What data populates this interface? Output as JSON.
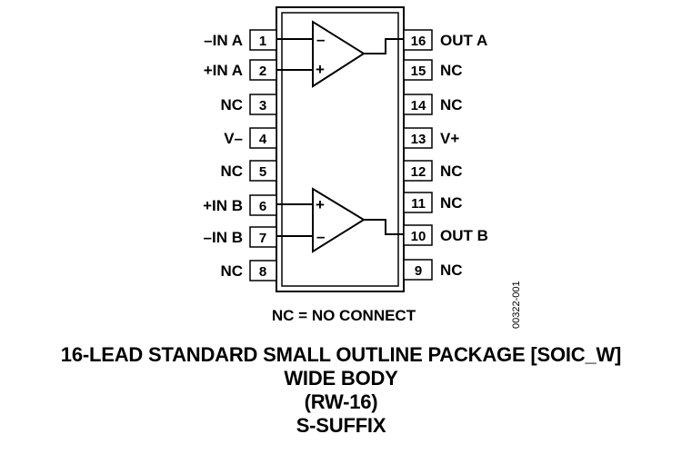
{
  "pins": [
    {
      "num": "1",
      "label": "–IN A"
    },
    {
      "num": "2",
      "label": "+IN A"
    },
    {
      "num": "3",
      "label": "NC"
    },
    {
      "num": "4",
      "label": "V–"
    },
    {
      "num": "5",
      "label": "NC"
    },
    {
      "num": "6",
      "label": "+IN B"
    },
    {
      "num": "7",
      "label": "–IN B"
    },
    {
      "num": "8",
      "label": "NC"
    },
    {
      "num": "9",
      "label": "NC"
    },
    {
      "num": "10",
      "label": "OUT B"
    },
    {
      "num": "11",
      "label": "NC"
    },
    {
      "num": "12",
      "label": "NC"
    },
    {
      "num": "13",
      "label": "V+"
    },
    {
      "num": "14",
      "label": "NC"
    },
    {
      "num": "15",
      "label": "NC"
    },
    {
      "num": "16",
      "label": "OUT A"
    }
  ],
  "amp_a": {
    "minus": "–",
    "plus": "+"
  },
  "amp_b": {
    "plus": "+",
    "minus": "–"
  },
  "note": "NC = NO CONNECT",
  "figure_code": "00322-001",
  "caption": {
    "line1": "16-LEAD STANDARD SMALL OUTLINE PACKAGE [SOIC_W]",
    "line2": "WIDE BODY",
    "line3": "(RW-16)",
    "line4": "S-SUFFIX"
  }
}
